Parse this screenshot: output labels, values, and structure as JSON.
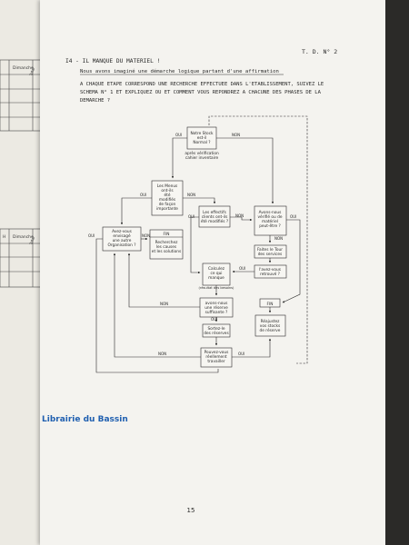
{
  "header": {
    "td_label": "T. D. N° 2"
  },
  "section": {
    "number_title": "I4 - IL MANQUE DU MATERIEL !",
    "subtitle": "Nous avons imaginé une démarche logique partant d'une affirmation",
    "instructions": [
      "A CHAQUE ETAPE CORRESPOND UNE RECHERCHE EFFECTUEE DANS L'ETABLISSEMENT, SUIVEZ LE",
      "SCHEMA N° 1 ET EXPLIQUEZ OU ET COMMENT VOUS REPONDREZ A CHACUNE DES PHASES DE LA",
      "DEMARCHE ?"
    ]
  },
  "flowchart": {
    "nodes": {
      "stock": [
        "Notre Stock",
        "est-il",
        "Normal ?"
      ],
      "apres": [
        "après vérification",
        "cahier inventaire"
      ],
      "menus": [
        "Les Menus",
        "ont-ils",
        "été",
        "modifiés",
        "de façon",
        "importante"
      ],
      "effectifs": [
        "Les effectifs",
        "clients ont-ils",
        "été modifiés ?"
      ],
      "avons_verifie": [
        "Avons-nous",
        "vérifié ou de",
        "matériel",
        "peut-être ?"
      ],
      "envisage": [
        "Avez-vous",
        "envisagé",
        "une autre",
        "Organisation ?"
      ],
      "fin_box": [
        "FIN",
        "Recherchez",
        "les causes",
        "et les solutions"
      ],
      "faites": [
        "Faites le Tour",
        "des services"
      ],
      "calculez": [
        "Calculez",
        "ce qui",
        "manque"
      ],
      "calculez_note": "(résultat des besoins)",
      "retrouve": [
        "l'avez-vous",
        "retrouvé ?"
      ],
      "reserve": [
        "avons-nous",
        "une réserve",
        "suffisante ?"
      ],
      "fin2": "FIN",
      "reajustez": [
        "Réajustez",
        "vos stocks",
        "de réserve"
      ],
      "sortez": [
        "Sortez-le",
        "des réserves"
      ],
      "pouvez": [
        "Pouvez-vous",
        "réellement",
        "travailler"
      ]
    },
    "labels": {
      "oui": "OUI",
      "non": "NON"
    }
  },
  "left_page": {
    "headers": [
      "H",
      "Dimanche",
      "Total"
    ]
  },
  "watermark": "Librairie du Bassin",
  "page_number": "15",
  "colors": {
    "watermark": "#1f5fb0",
    "ink": "#2a2a2a",
    "paper": "#f4f3ef"
  }
}
